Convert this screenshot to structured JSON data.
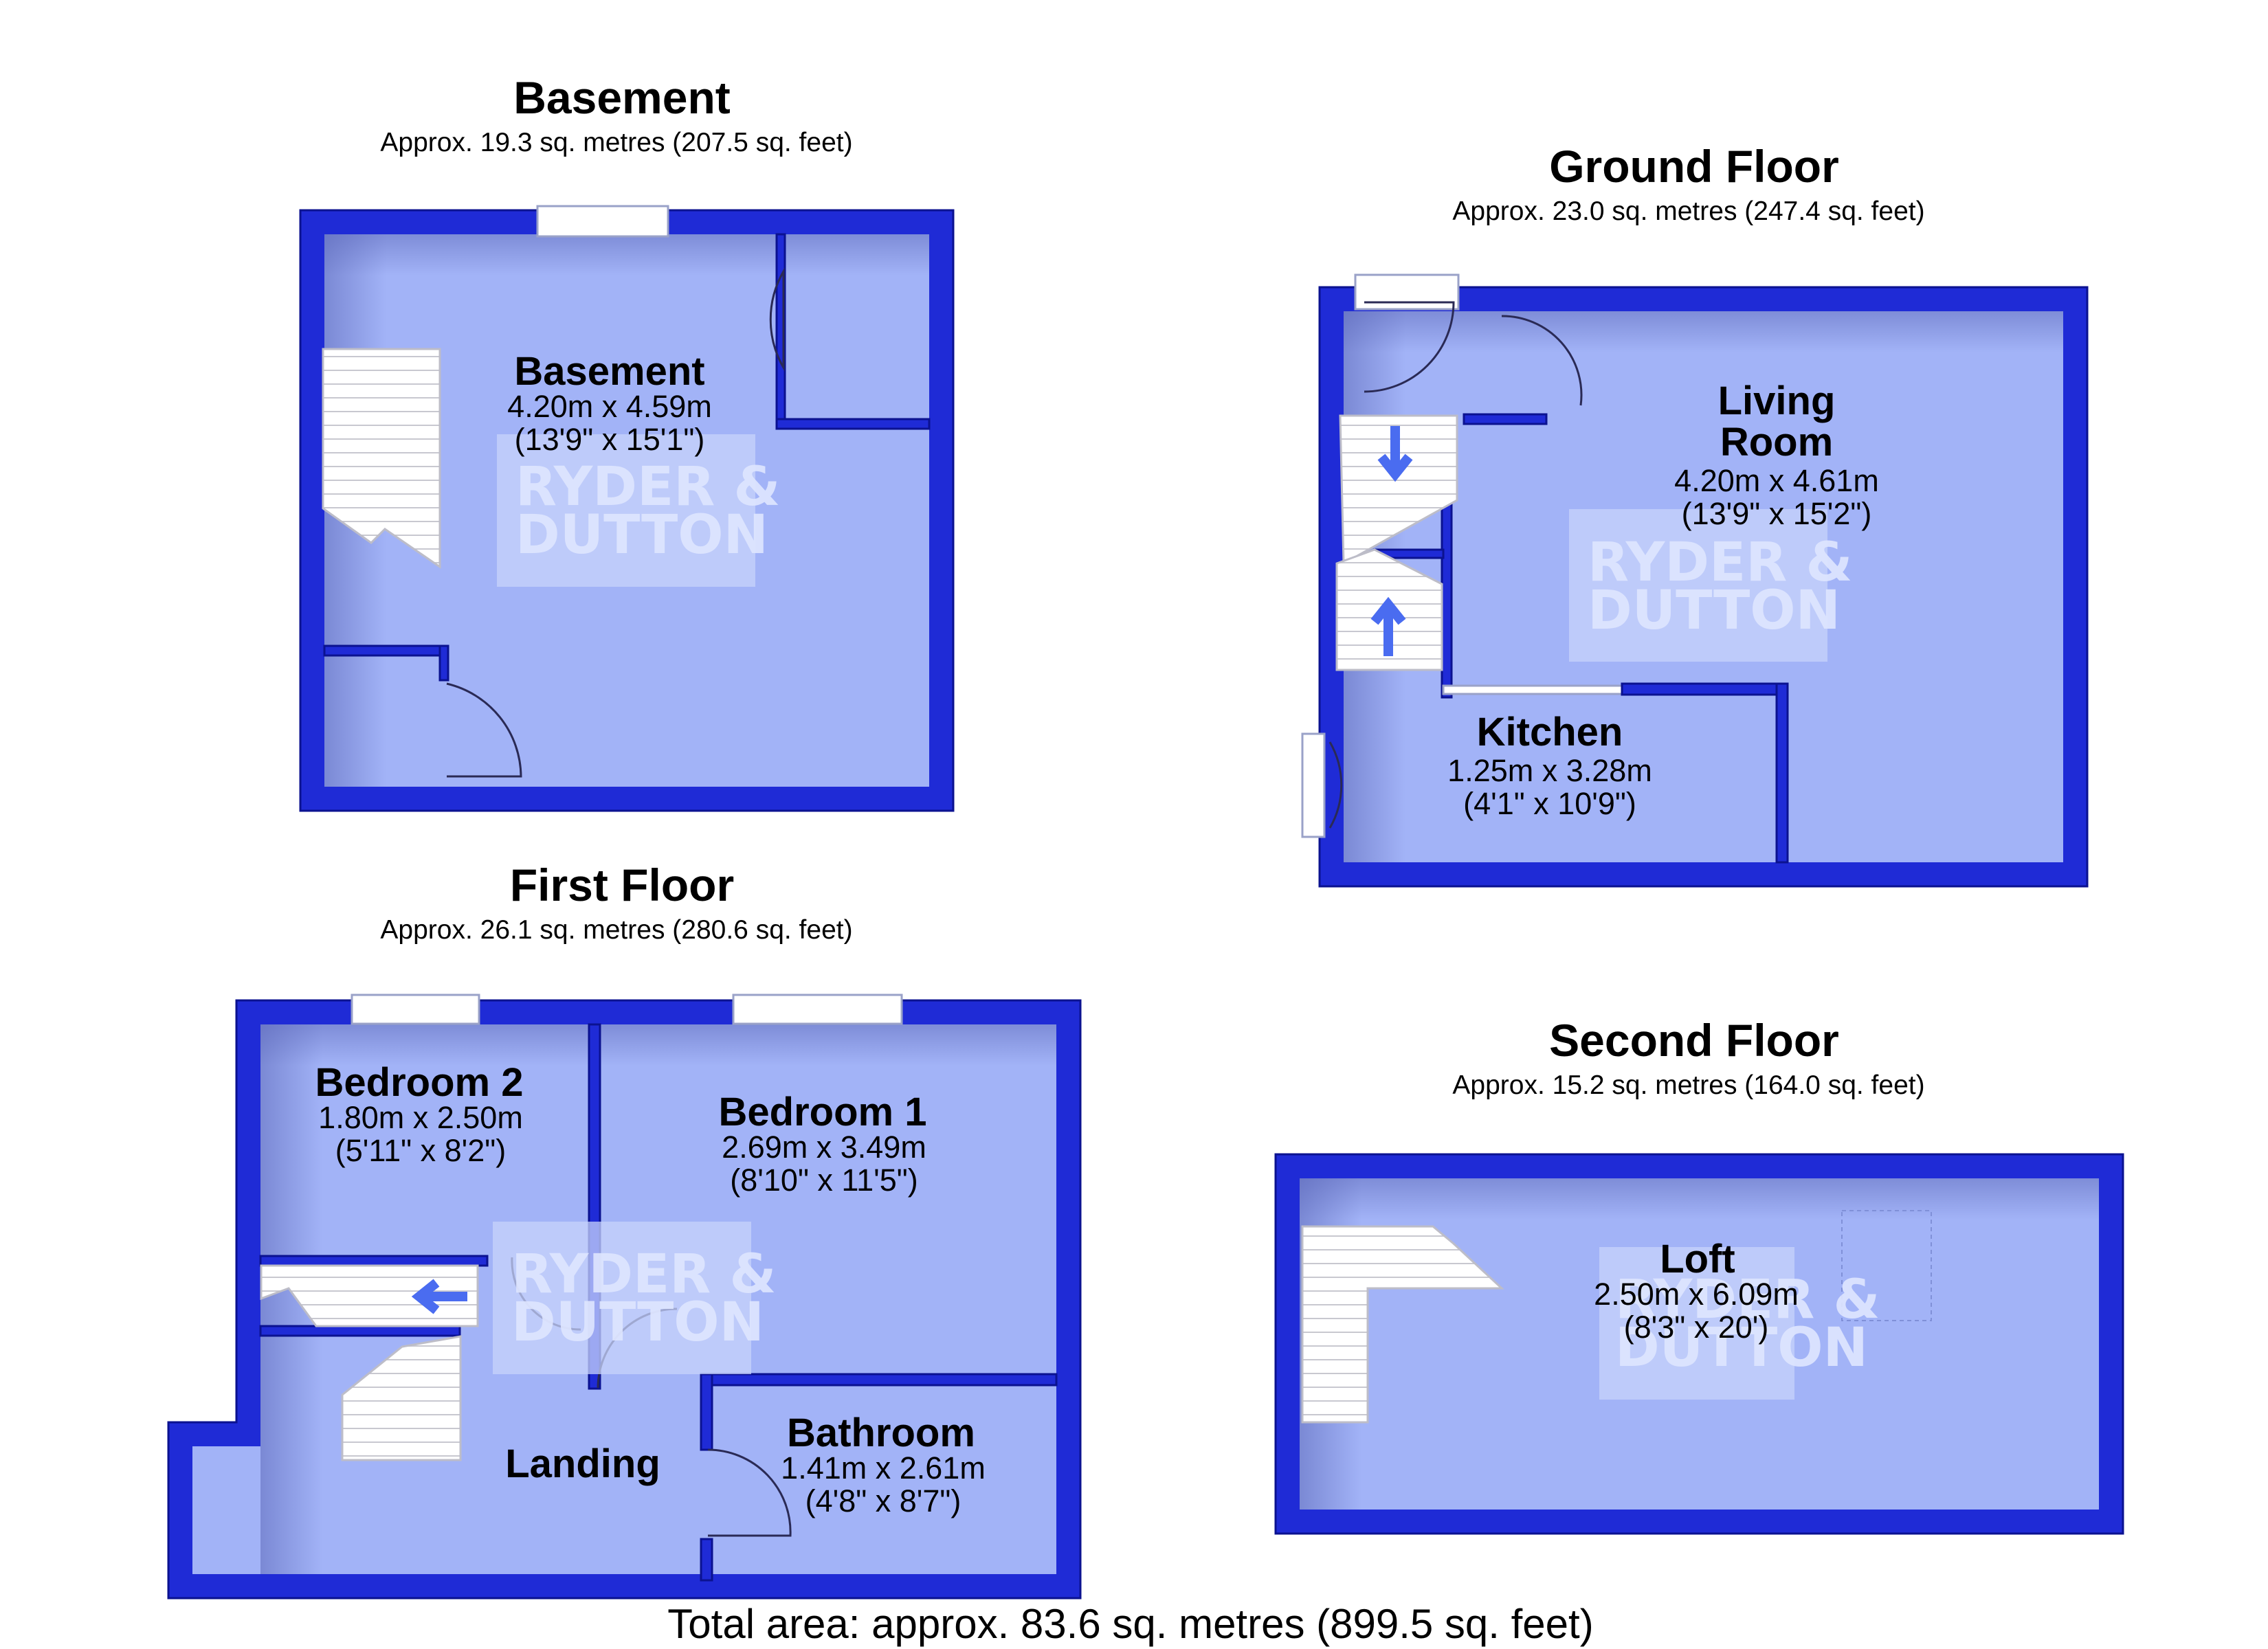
{
  "colors": {
    "wall": "#1f2bd6",
    "wall_dark": "#0b1290",
    "floor": "#a2b3f7",
    "watermark_panel": "#c7d3fb",
    "watermark_text": "#e3e9ff",
    "arrow": "#4a6cf0"
  },
  "watermark": {
    "line1": "RYDER &",
    "line2": "DUTTON"
  },
  "floors": {
    "basement": {
      "title": "Basement",
      "area": "Approx. 19.3 sq. metres (207.5 sq. feet)",
      "rooms": [
        {
          "name": "Basement",
          "metric": "4.20m x 4.59m",
          "imperial": "(13'9\" x 15'1\")"
        }
      ]
    },
    "ground": {
      "title": "Ground Floor",
      "area": "Approx. 23.0 sq. metres (247.4 sq. feet)",
      "rooms": [
        {
          "name": "Living",
          "name2": "Room",
          "metric": "4.20m x 4.61m",
          "imperial": "(13'9\" x 15'2\")"
        },
        {
          "name": "Kitchen",
          "metric": "1.25m x 3.28m",
          "imperial": "(4'1\" x 10'9\")"
        }
      ]
    },
    "first": {
      "title": "First Floor",
      "area": "Approx. 26.1 sq. metres (280.6 sq. feet)",
      "rooms": [
        {
          "name": "Bedroom 2",
          "metric": "1.80m x 2.50m",
          "imperial": "(5'11\" x 8'2\")"
        },
        {
          "name": "Bedroom 1",
          "metric": "2.69m x 3.49m",
          "imperial": "(8'10\" x 11'5\")"
        },
        {
          "name": "Bathroom",
          "metric": "1.41m x 2.61m",
          "imperial": "(4'8\" x 8'7\")"
        },
        {
          "name": "Landing"
        }
      ]
    },
    "second": {
      "title": "Second Floor",
      "area": "Approx. 15.2 sq. metres (164.0 sq. feet)",
      "rooms": [
        {
          "name": "Loft",
          "metric": "2.50m x 6.09m",
          "imperial": "(8'3\" x 20')"
        }
      ]
    }
  },
  "total_area": "Total area: approx. 83.6 sq. metres (899.5 sq. feet)"
}
